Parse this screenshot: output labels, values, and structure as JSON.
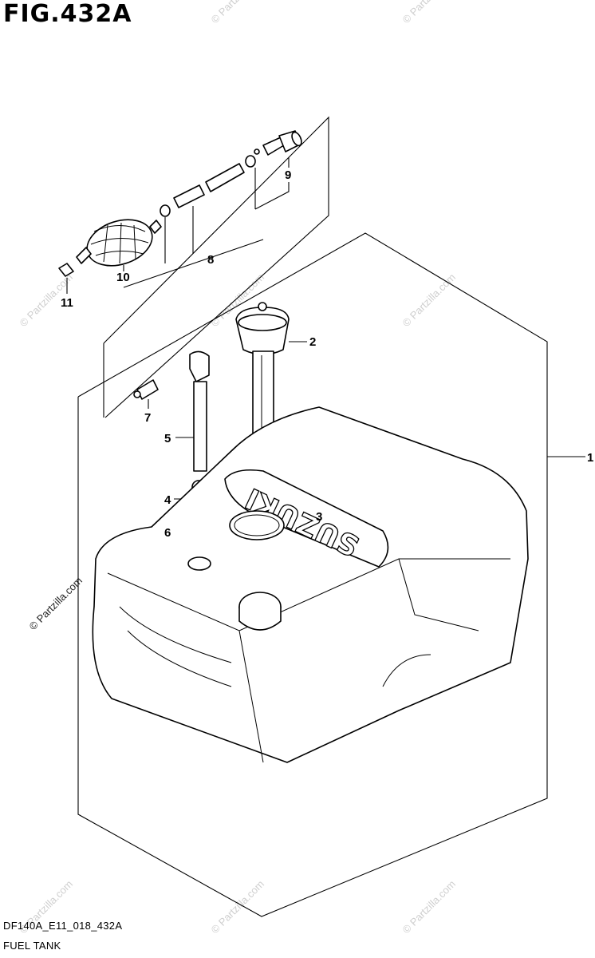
{
  "figure": {
    "title": "FIG.432A"
  },
  "footer": {
    "code": "DF140A_E11_018_432A",
    "name": "FUEL TANK"
  },
  "watermark": {
    "text": "© Partzilla.com"
  },
  "tank_label": "SUZUKI",
  "callouts": [
    {
      "id": "1",
      "label": "1"
    },
    {
      "id": "2",
      "label": "2"
    },
    {
      "id": "3",
      "label": "3"
    },
    {
      "id": "4",
      "label": "4"
    },
    {
      "id": "5",
      "label": "5"
    },
    {
      "id": "6",
      "label": "6"
    },
    {
      "id": "7",
      "label": "7"
    },
    {
      "id": "8",
      "label": "8"
    },
    {
      "id": "9",
      "label": "9"
    },
    {
      "id": "10",
      "label": "10"
    },
    {
      "id": "11",
      "label": "11"
    }
  ]
}
